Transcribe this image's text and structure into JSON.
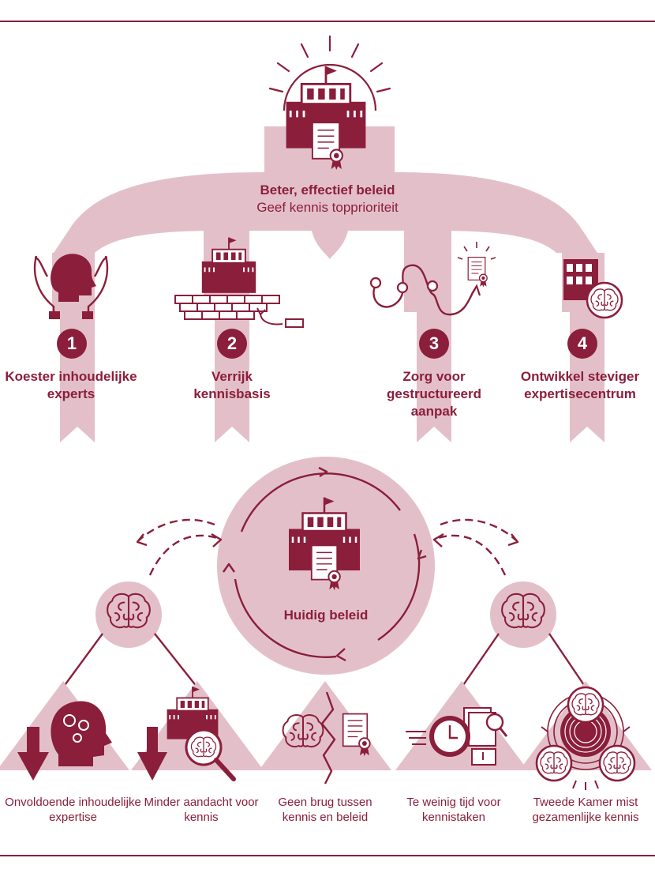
{
  "colors": {
    "primary": "#8b1e3b",
    "light": "#e3c0c9",
    "background": "#ffffff"
  },
  "top": {
    "title": "Beter, effectief beleid",
    "subtitle": "Geef kennis topprioriteit"
  },
  "steps": [
    {
      "number": "1",
      "label": "Koester inhoudelijke experts",
      "icon": "head-in-hands-icon"
    },
    {
      "number": "2",
      "label": "Verrijk kennisbasis",
      "icon": "building-on-bricks-icon"
    },
    {
      "number": "3",
      "label": "Zorg voor gestructureerd aanpak",
      "icon": "structured-path-icon"
    },
    {
      "number": "4",
      "label": "Ontwikkel steviger expertisecentrum",
      "icon": "expertise-center-icon"
    }
  ],
  "center": {
    "label": "Huidig beleid",
    "icon": "government-building-icon"
  },
  "problems": [
    {
      "label": "Onvoldoende inhoudelijke expertise",
      "icon": "head-with-gears-icon"
    },
    {
      "label": "Minder aandacht voor kennis",
      "icon": "magnifier-brain-icon"
    },
    {
      "label": "Geen brug tussen kennis en beleid",
      "icon": "broken-bridge-icon"
    },
    {
      "label": "Te weinig tijd voor kennistaken",
      "icon": "clock-documents-icon"
    },
    {
      "label": "Tweede Kamer mist gezamenlijke kennis",
      "icon": "shared-knowledge-icon"
    }
  ]
}
